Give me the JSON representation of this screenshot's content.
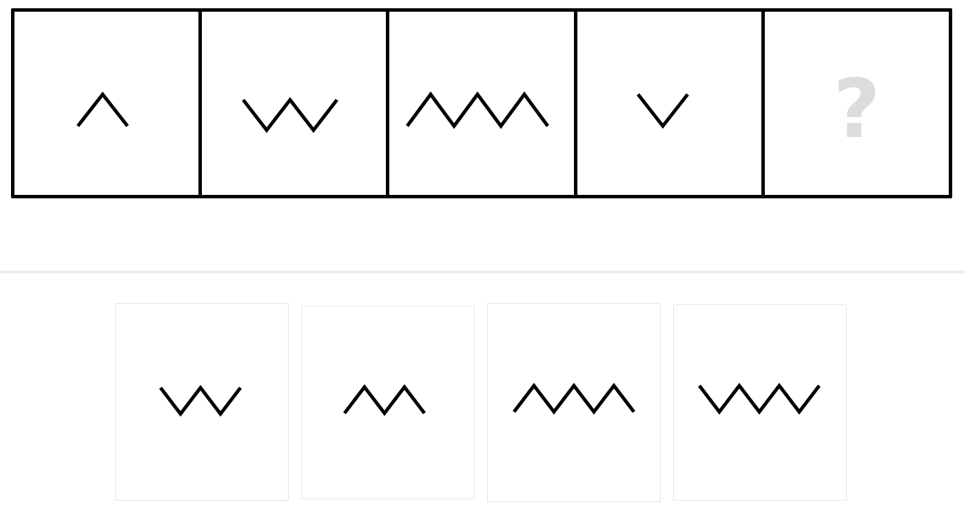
{
  "puzzle": {
    "sequence": [
      {
        "figure": "zigzag",
        "peaks": 1,
        "orientation": "up"
      },
      {
        "figure": "zigzag",
        "peaks": 2,
        "orientation": "down"
      },
      {
        "figure": "zigzag",
        "peaks": 3,
        "orientation": "up"
      },
      {
        "figure": "zigzag",
        "peaks": 1,
        "orientation": "down"
      }
    ],
    "missing_mark": "?",
    "options": [
      {
        "figure": "zigzag",
        "peaks": 2,
        "orientation": "down"
      },
      {
        "figure": "zigzag",
        "peaks": 2,
        "orientation": "up"
      },
      {
        "figure": "zigzag",
        "peaks": 3,
        "orientation": "up"
      },
      {
        "figure": "zigzag",
        "peaks": 3,
        "orientation": "down"
      }
    ]
  },
  "colors": {
    "stroke": "#000000",
    "missing_mark": "#dcdcdc",
    "divider": "#efefef",
    "option_border": "#e4e4e4"
  }
}
